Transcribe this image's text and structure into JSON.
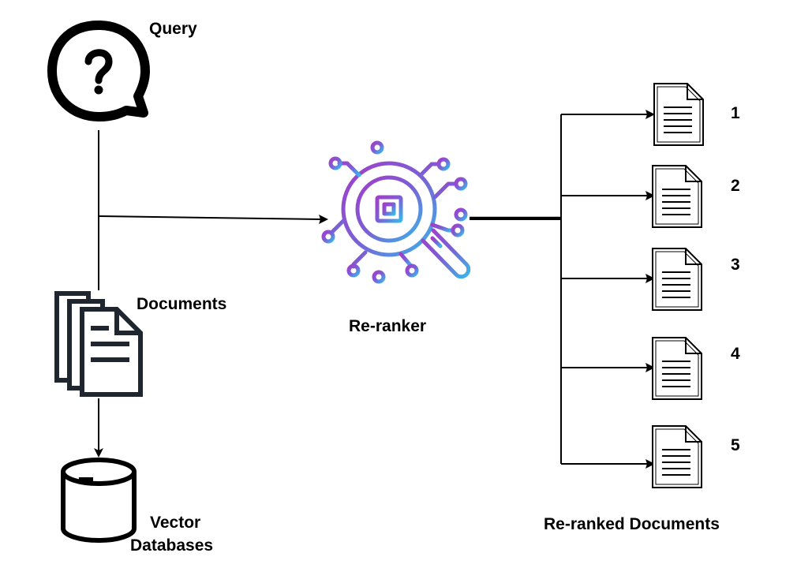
{
  "labels": {
    "query": "Query",
    "documents": "Documents",
    "reranker": "Re-ranker",
    "vector_line1": "Vector",
    "vector_line2": "Databases",
    "reranked": "Re-ranked Documents"
  },
  "ranks": [
    "1",
    "2",
    "3",
    "4",
    "5"
  ],
  "icons": {
    "query": "question-bubble-icon",
    "documents": "document-stack-icon",
    "database": "database-cylinder-icon",
    "reranker": "ai-chip-magnifier-icon",
    "ranked_doc": "document-icon"
  },
  "colors": {
    "gradient_start": "#9b3fc7",
    "gradient_end": "#3ab3e6",
    "stroke": "#000000",
    "doc_stack": "#1f2630"
  }
}
